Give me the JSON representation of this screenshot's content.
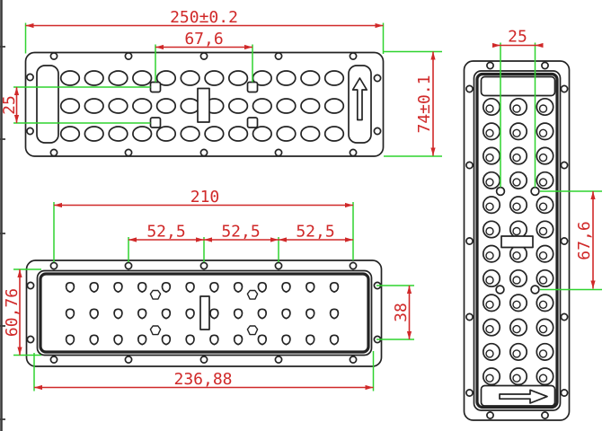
{
  "dims": {
    "top": {
      "width": "250±0.2",
      "hole_span": "67,6",
      "hole_gap": "25",
      "height": "74±0.1"
    },
    "front": {
      "mount_span": "210",
      "pitch": [
        "52,5",
        "52,5",
        "52,5"
      ],
      "base_width": "236,88",
      "base_height": "60,76",
      "side_hole_span": "38"
    },
    "side": {
      "hole_gap": "25",
      "hole_span": "67,6"
    }
  },
  "colors": {
    "dimension_red": "#d02929",
    "extension_green": "#2fd32f",
    "outline_black": "#232323",
    "sheet_background": "#ffffff"
  }
}
